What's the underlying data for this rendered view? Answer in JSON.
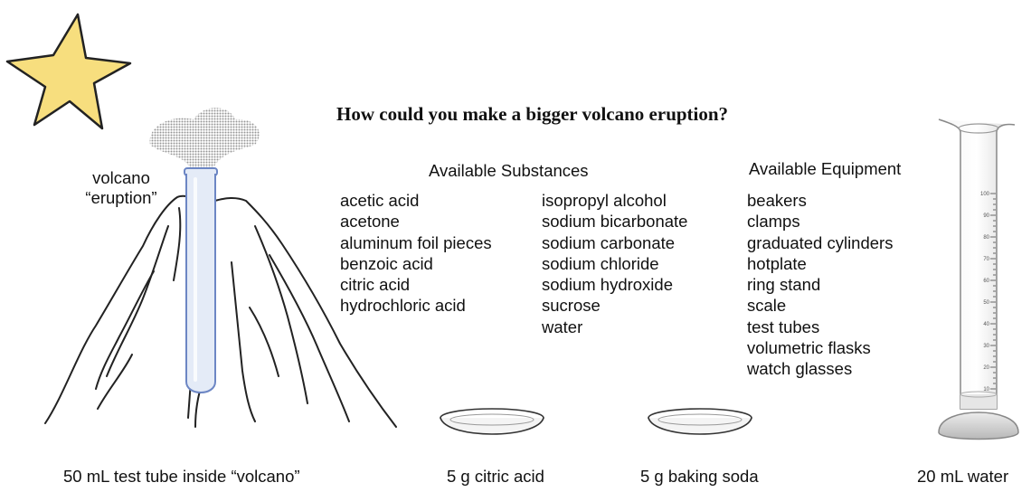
{
  "question": "How could you make a bigger volcano eruption?",
  "volcano_label": [
    "volcano",
    "“eruption”"
  ],
  "substances": {
    "header": "Available Substances",
    "column1": [
      "acetic acid",
      "acetone",
      "aluminum foil pieces",
      "benzoic acid",
      "citric acid",
      "hydrochloric acid"
    ],
    "column2": [
      "isopropyl alcohol",
      "sodium bicarbonate",
      "sodium carbonate",
      "sodium chloride",
      "sodium hydroxide",
      "sucrose",
      "water"
    ]
  },
  "equipment": {
    "header": "Available Equipment",
    "items": [
      "beakers",
      "clamps",
      "graduated cylinders",
      "hotplate",
      "ring stand",
      "scale",
      "test tubes",
      "volumetric flasks",
      "watch glasses"
    ]
  },
  "captions": {
    "volcano": "50 mL test tube inside “volcano”",
    "dish1": "5 g citric acid",
    "dish2": "5 g baking soda",
    "cylinder": "20 mL water"
  },
  "cylinder_scale": [
    "100",
    "90",
    "80",
    "70",
    "60",
    "50",
    "40",
    "30",
    "20",
    "10"
  ],
  "colors": {
    "star_fill": "#f7de7e",
    "tube_fill": "#e4ebf7",
    "tube_stroke": "#6c86c4"
  }
}
